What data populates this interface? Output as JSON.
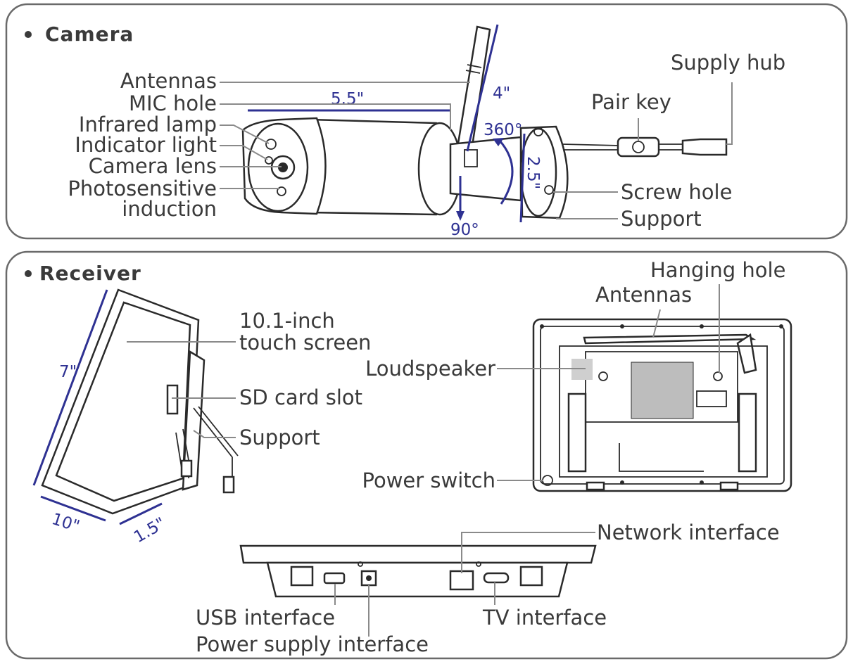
{
  "camera_section": {
    "title": "Camera",
    "labels": {
      "antennas": "Antennas",
      "mic_hole": "MIC hole",
      "infrared_lamp": "Infrared lamp",
      "indicator_light": "Indicator light",
      "camera_lens": "Camera lens",
      "photosensitive_1": "Photosensitive",
      "photosensitive_2": "induction",
      "supply_hub": "Supply hub",
      "pair_key": "Pair key",
      "screw_hole": "Screw hole",
      "support": "Support"
    },
    "dimensions": {
      "length": "5.5\"",
      "height": "4\"",
      "rotation": "360°",
      "diameter": "2.5\"",
      "tilt": "90°"
    }
  },
  "receiver_section": {
    "title": "Receiver",
    "labels": {
      "screen_1": "10.1-inch",
      "screen_2": "touch screen",
      "sd_card_slot": "SD card slot",
      "support": "Support",
      "hanging_hole": "Hanging hole",
      "antennas": "Antennas",
      "loudspeaker": "Loudspeaker",
      "power_switch": "Power switch",
      "network_interface": "Network interface",
      "usb_interface": "USB interface",
      "tv_interface": "TV interface",
      "power_supply_interface": "Power supply interface"
    },
    "dimensions": {
      "height": "7\"",
      "width": "10\"",
      "depth": "1.5\""
    }
  },
  "colors": {
    "dimension_accent": "#2e3192",
    "label_text": "#3a3a3a",
    "panel_border": "#6a6a6a"
  }
}
